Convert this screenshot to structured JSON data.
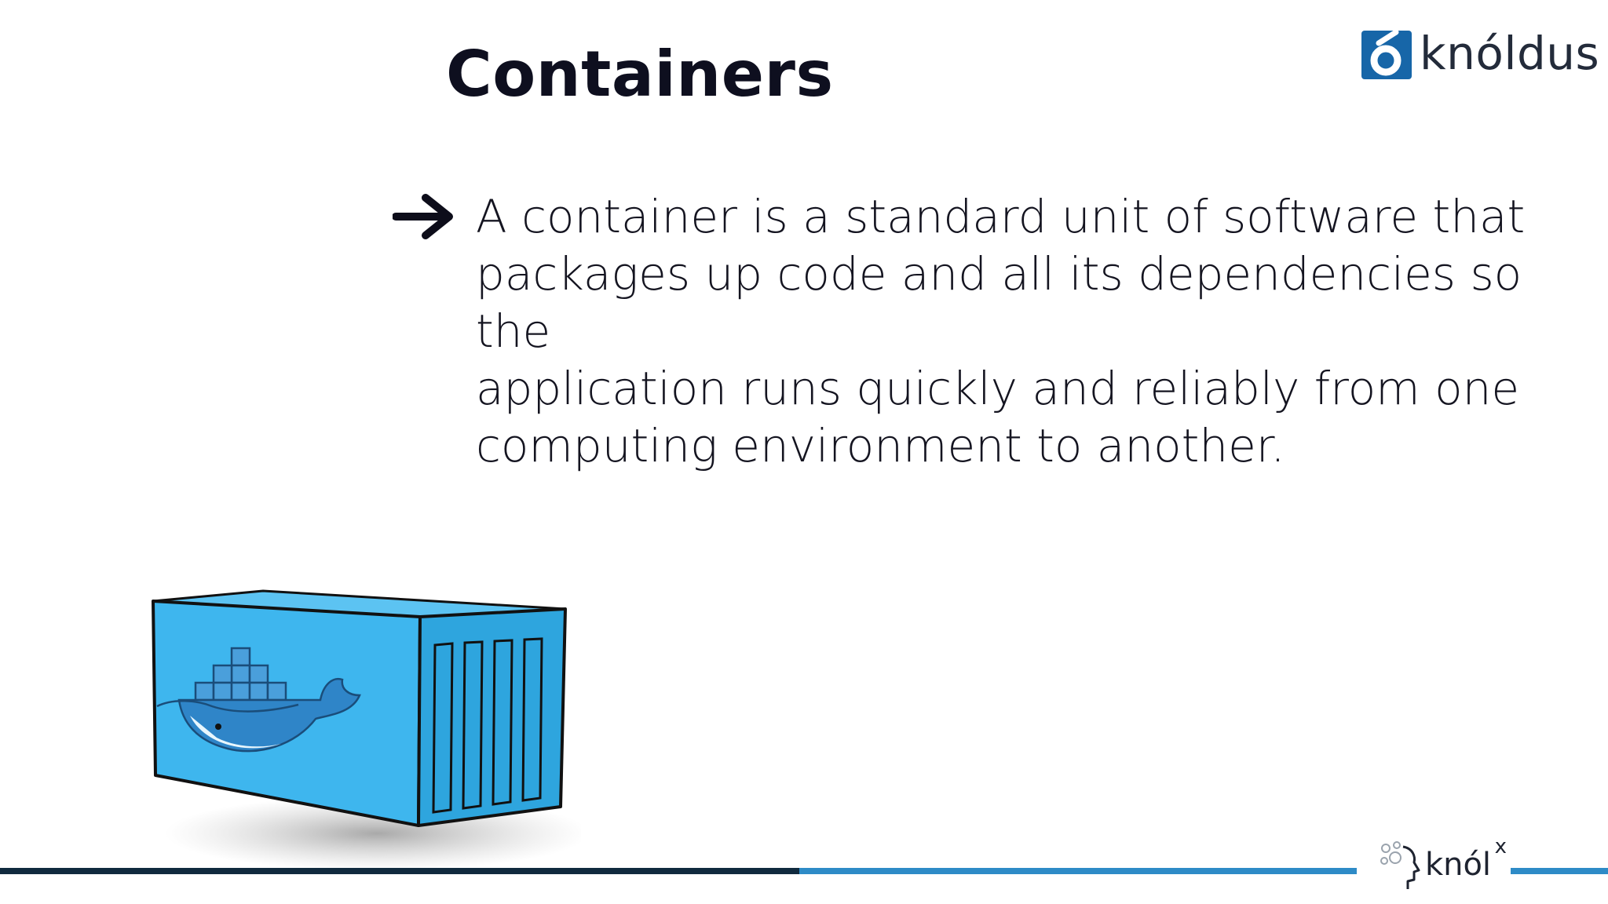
{
  "slide": {
    "title": "Containers",
    "logo": {
      "text": "knóldus",
      "accent_color": "#1766a8"
    },
    "bullet": {
      "icon": "right-arrow-icon",
      "lines": [
        "A container is a standard unit of software that",
        "packages up code and all its dependencies so the",
        "application runs quickly and reliably from one",
        "computing environment to another."
      ]
    },
    "illustration": {
      "icon": "docker-whale-container-icon",
      "color": "#3eb6ee"
    },
    "footer": {
      "brand": "knól",
      "brand_sup": "x",
      "line_colors": [
        "#102a3e",
        "#2e8bc7"
      ]
    }
  }
}
